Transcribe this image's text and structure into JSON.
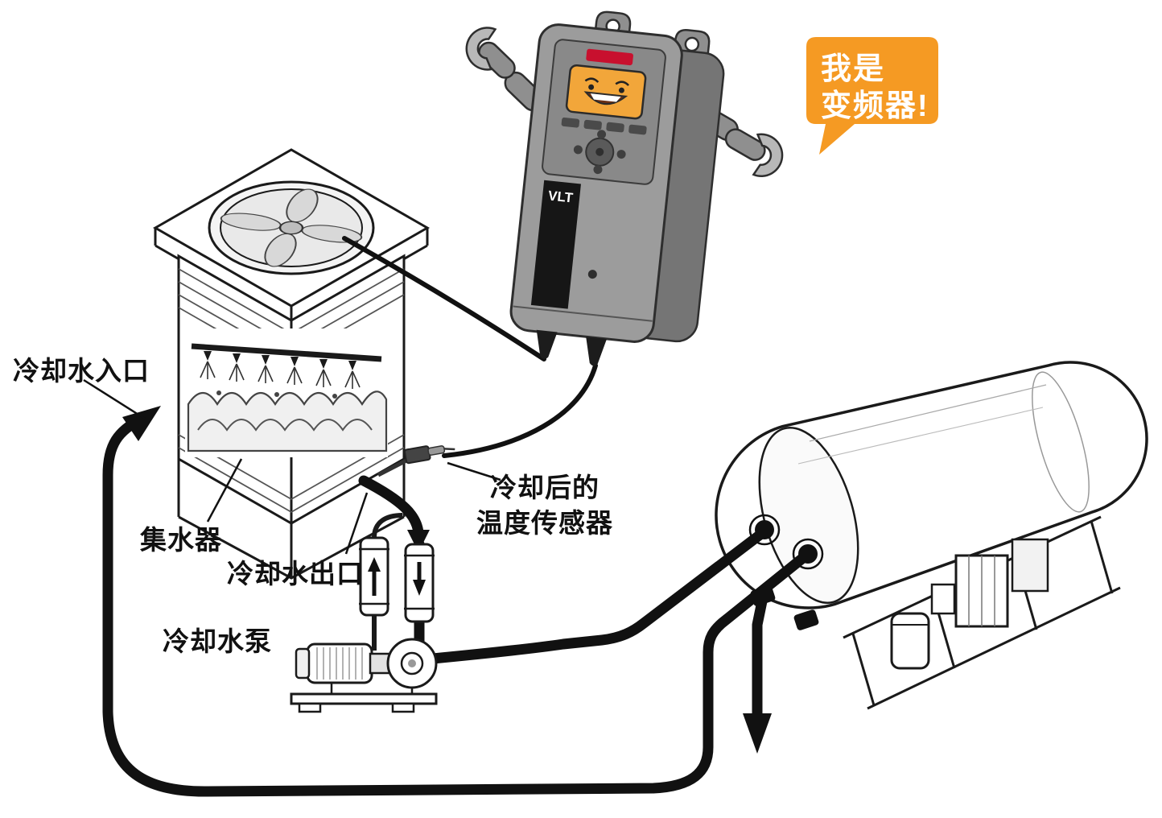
{
  "diagram": {
    "labels": {
      "cooling_water_inlet": "冷却水入口",
      "water_collector": "集水器",
      "cooling_water_outlet": "冷却水出口",
      "cooling_water_pump": "冷却水泵",
      "temp_sensor_line1": "冷却后的",
      "temp_sensor_line2": "温度传感器"
    },
    "speech_bubble": {
      "line1": "我是",
      "line2": "变频器!"
    },
    "vfd": {
      "brand_label": "VLT"
    },
    "colors": {
      "bubble_orange": "#F59A23",
      "logo_red": "#C8102E",
      "line_black": "#1A1A1A",
      "background": "#FFFFFF"
    }
  }
}
